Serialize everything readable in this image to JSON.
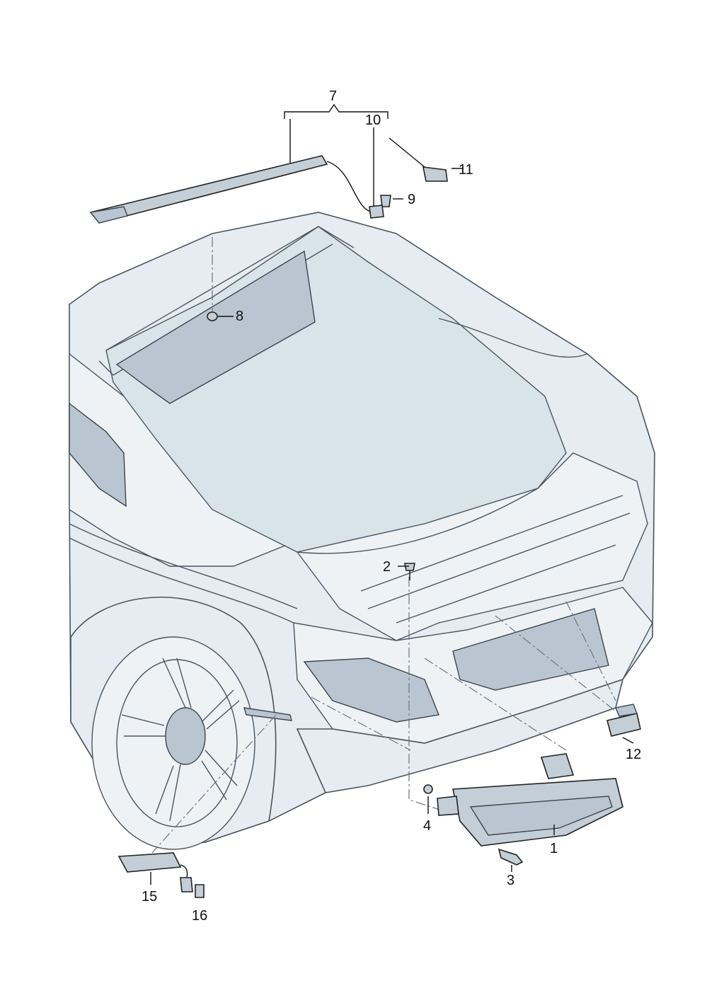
{
  "diagram": {
    "callouts": {
      "c1": "1",
      "c2": "2",
      "c3": "3",
      "c4": "4",
      "c7": "7",
      "c8": "8",
      "c9": "9",
      "c10": "10",
      "c11": "11",
      "c12": "12",
      "c15": "15",
      "c16": "16"
    },
    "colors": {
      "body": "#e6ecf1",
      "outline": "#4a5560",
      "part": "#c4ced7"
    }
  }
}
